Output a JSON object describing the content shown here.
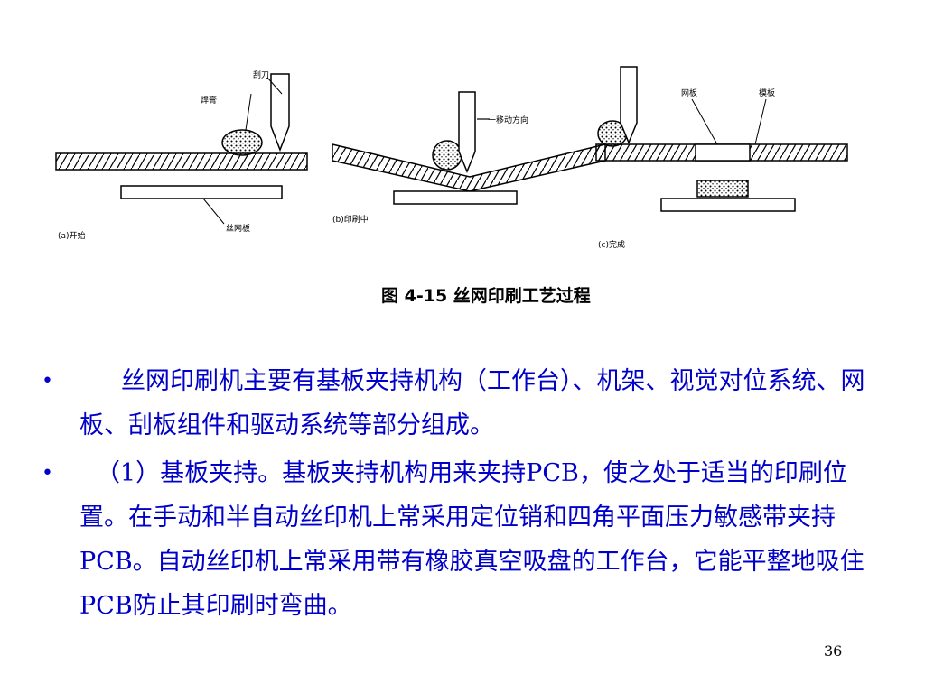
{
  "figure": {
    "panel_a": {
      "caption": "(a)开始",
      "label_squeegee": "刮刀",
      "label_paste": "焊膏",
      "label_stencil": "丝网板"
    },
    "panel_b": {
      "caption": "(b)印刷中",
      "label_direction": "一移动方向"
    },
    "panel_c": {
      "caption": "(c)完成",
      "label_screen": "网板",
      "label_template": "模板"
    },
    "caption": "图 4-15 丝网印刷工艺过程"
  },
  "bullets": [
    {
      "marker": "•",
      "text": "丝网印刷机主要有基板夹持机构（工作台）、机架、视觉对位系统、网板、刮板组件和驱动系统等部分组成。"
    },
    {
      "marker": "•",
      "text": "（1）基板夹持。基板夹持机构用来夹持PCB，使之处于适当的印刷位置。在手动和半自动丝印机上常采用定位销和四角平面压力敏感带夹持PCB。自动丝印机上常采用带有橡胶真空吸盘的工作台，它能平整地吸住PCB防止其印刷时弯曲。"
    }
  ],
  "page_number": "36"
}
